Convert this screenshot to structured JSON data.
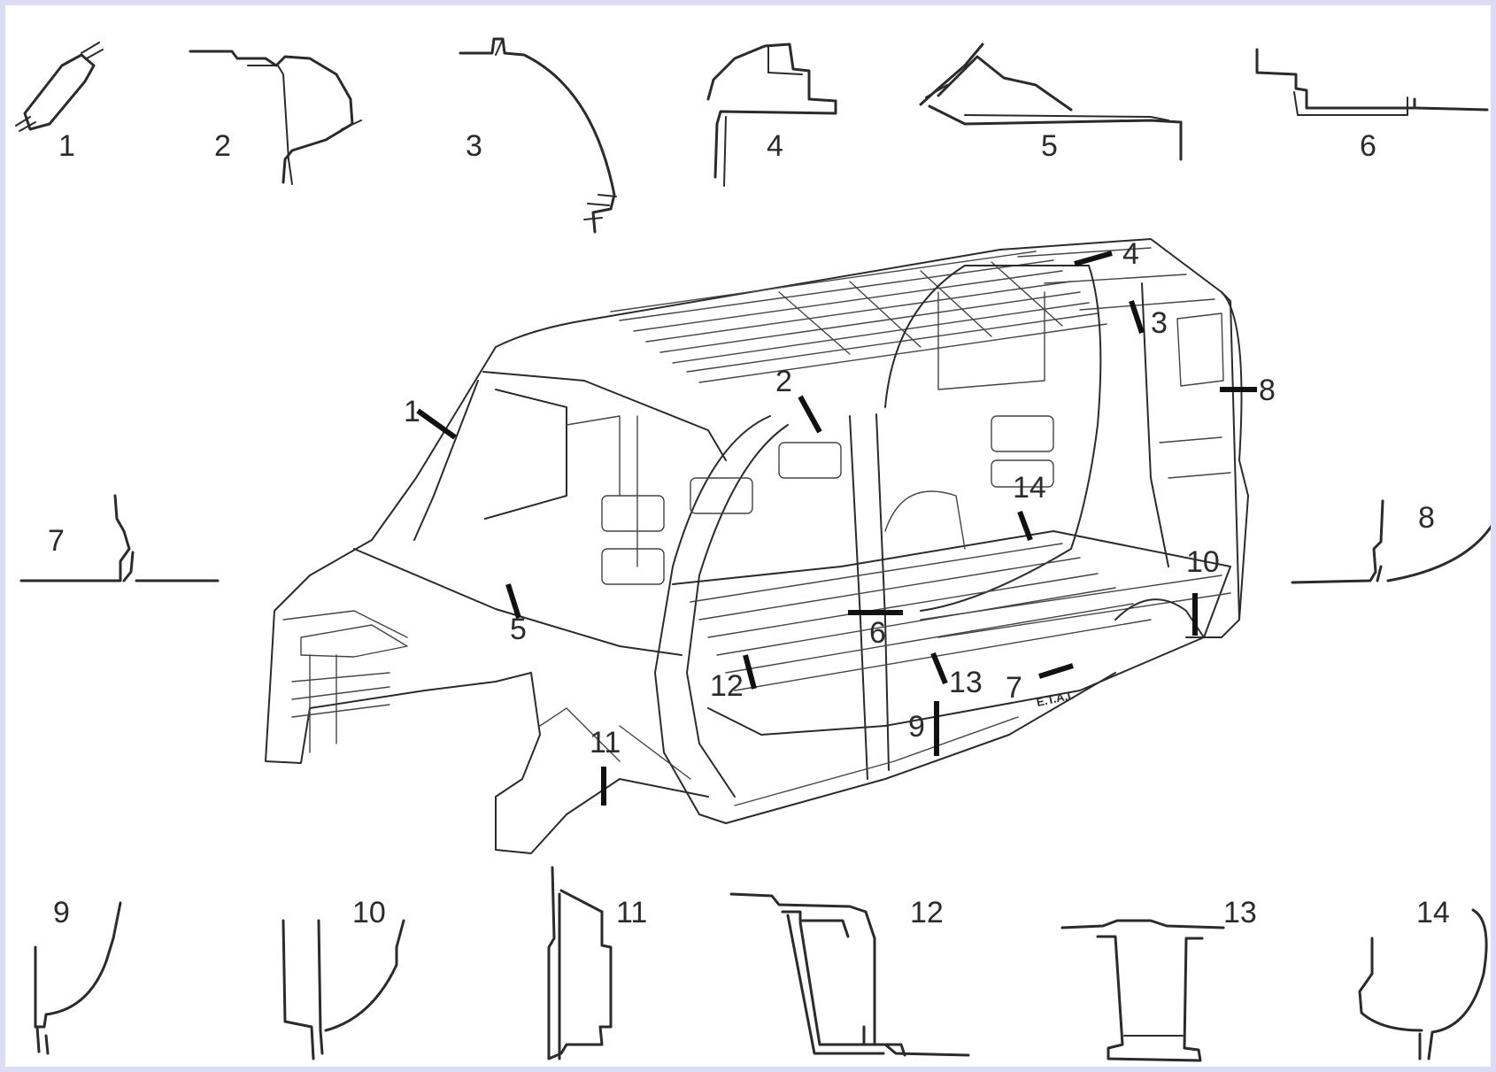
{
  "diagram": {
    "section_labels": [
      "1",
      "2",
      "3",
      "4",
      "5",
      "6",
      "7",
      "8",
      "9",
      "10",
      "11",
      "12",
      "13",
      "14"
    ],
    "vehicle_labels": [
      "1",
      "2",
      "3",
      "4",
      "5",
      "6",
      "7",
      "8",
      "9",
      "10",
      "11",
      "12",
      "13",
      "14"
    ],
    "watermark": "E.T.A.I."
  }
}
